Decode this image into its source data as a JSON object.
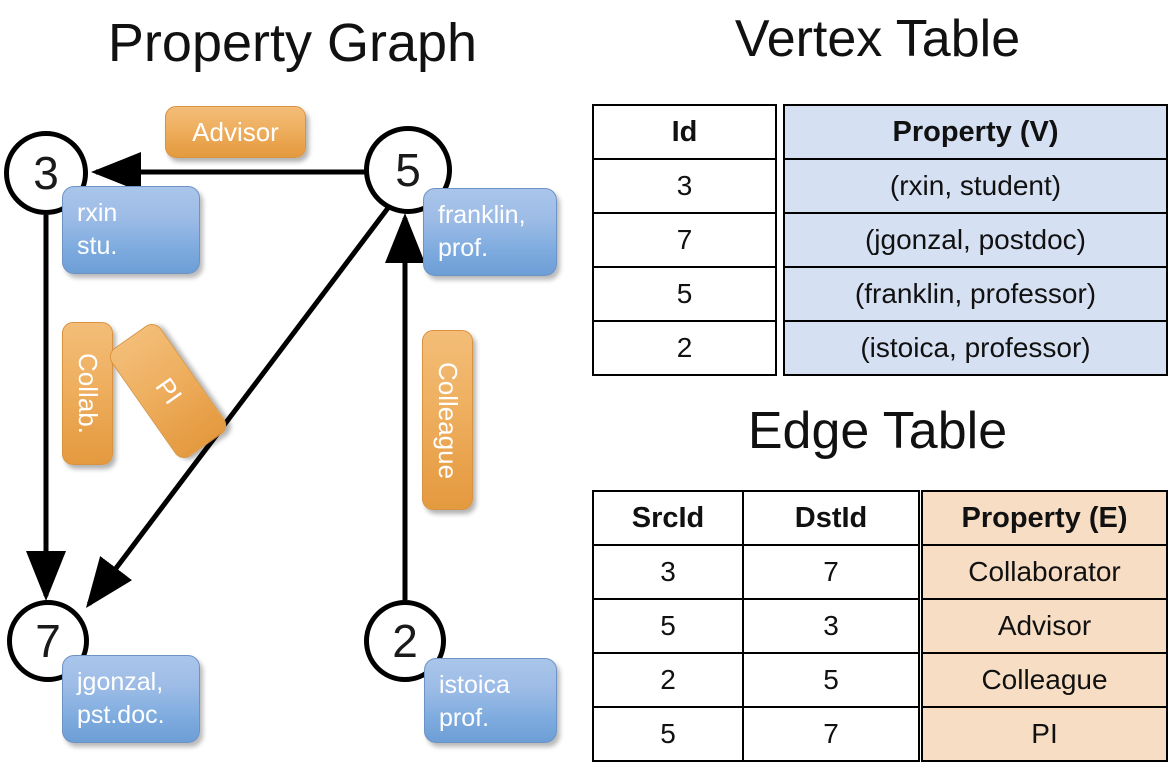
{
  "titles": {
    "property_graph": "Property Graph",
    "vertex_table": "Vertex Table",
    "edge_table": "Edge Table"
  },
  "graph": {
    "nodes": [
      {
        "id": "3",
        "property": "rxin\nstu."
      },
      {
        "id": "5",
        "property": "franklin,\nprof."
      },
      {
        "id": "7",
        "property": "jgonzal,\npst.doc."
      },
      {
        "id": "2",
        "property": "istoica\nprof."
      }
    ],
    "node_labels": {
      "n3": "3",
      "n5": "5",
      "n7": "7",
      "n2": "2"
    },
    "vertex_boxes": {
      "rxin_line1": "rxin",
      "rxin_line2": "stu.",
      "franklin_line1": "franklin,",
      "franklin_line2": "prof.",
      "jgonzal_line1": "jgonzal,",
      "jgonzal_line2": "pst.doc.",
      "istoica_line1": "istoica",
      "istoica_line2": "prof."
    },
    "edge_labels": {
      "advisor": "Advisor",
      "collab": "Collab.",
      "pi": "PI",
      "colleague": "Colleague"
    }
  },
  "vertex_table": {
    "headers": {
      "id": "Id",
      "property": "Property (V)"
    },
    "rows": [
      {
        "id": "3",
        "property": "(rxin, student)"
      },
      {
        "id": "7",
        "property": "(jgonzal, postdoc)"
      },
      {
        "id": "5",
        "property": "(franklin, professor)"
      },
      {
        "id": "2",
        "property": "(istoica, professor)"
      }
    ]
  },
  "edge_table": {
    "headers": {
      "src": "SrcId",
      "dst": "DstId",
      "property": "Property (E)"
    },
    "rows": [
      {
        "src": "3",
        "dst": "7",
        "property": "Collaborator"
      },
      {
        "src": "5",
        "dst": "3",
        "property": "Advisor"
      },
      {
        "src": "2",
        "dst": "5",
        "property": "Colleague"
      },
      {
        "src": "5",
        "dst": "7",
        "property": "PI"
      }
    ]
  },
  "colors": {
    "vertex_box_fill": "#9dbce6",
    "edge_box_fill": "#eeaf5f",
    "vertex_table_fill": "#d5e0f2",
    "edge_table_fill": "#f6ddc3",
    "stroke": "#000000"
  }
}
